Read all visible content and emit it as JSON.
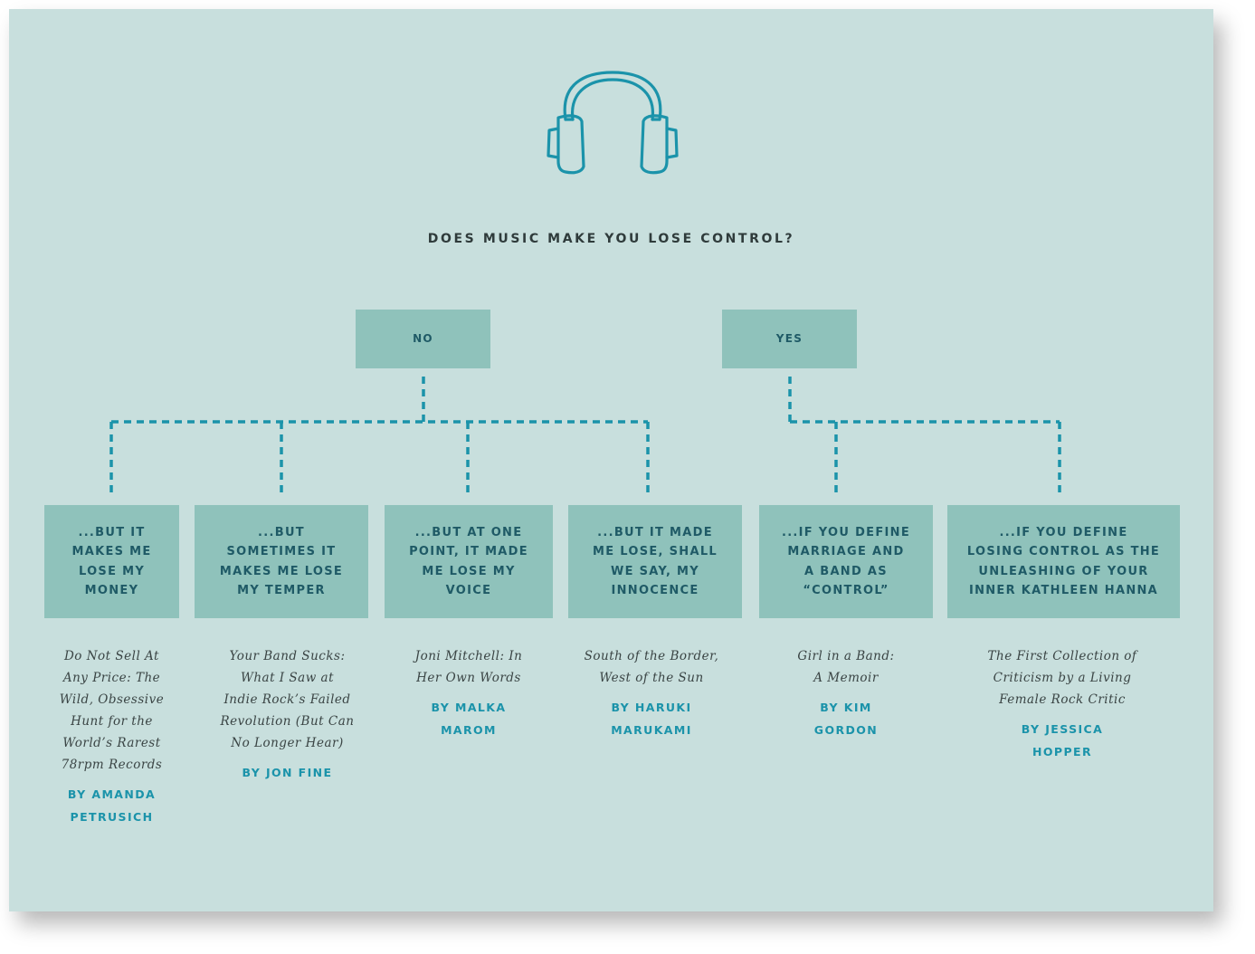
{
  "question": "DOES MUSIC MAKE YOU LOSE CONTROL?",
  "colors": {
    "background": "#c8dfdd",
    "box": "#8fc2bb",
    "box_text": "#1f5a66",
    "accent": "#1b93aa",
    "title_text": "#2f3b3b"
  },
  "icon": "headphones-icon",
  "answers": {
    "no": "NO",
    "yes": "YES"
  },
  "branches": [
    {
      "label_lines": [
        "...BUT IT",
        "MAKES ME",
        "LOSE MY",
        "MONEY"
      ],
      "book_lines": [
        "Do Not Sell At",
        "Any Price: The",
        "Wild, Obsessive",
        "Hunt for the",
        "World’s Rarest",
        "78rpm Records"
      ],
      "author_lines": [
        "BY AMANDA",
        "PETRUSICH"
      ]
    },
    {
      "label_lines": [
        "...BUT",
        "SOMETIMES IT",
        "MAKES ME LOSE",
        "MY TEMPER"
      ],
      "book_lines": [
        "Your Band Sucks:",
        "What I Saw at",
        "Indie Rock’s Failed",
        "Revolution (But Can",
        "No Longer Hear)"
      ],
      "author_lines": [
        "BY JON FINE"
      ]
    },
    {
      "label_lines": [
        "...BUT AT ONE",
        "POINT, IT MADE",
        "ME LOSE MY",
        "VOICE"
      ],
      "book_lines": [
        "Joni Mitchell: In",
        "Her Own Words"
      ],
      "author_lines": [
        "BY MALKA",
        "MAROM"
      ]
    },
    {
      "label_lines": [
        "...BUT IT MADE",
        "ME LOSE, SHALL",
        "WE SAY, MY",
        "INNOCENCE"
      ],
      "book_lines": [
        "South of the Border,",
        "West of the Sun"
      ],
      "author_lines": [
        "BY HARUKI",
        "MARUKAMI"
      ]
    },
    {
      "label_lines": [
        "...IF YOU DEFINE",
        "MARRIAGE AND",
        "A BAND AS",
        "“CONTROL”"
      ],
      "book_lines": [
        "Girl in a Band:",
        "A Memoir"
      ],
      "author_lines": [
        "BY KIM",
        "GORDON"
      ]
    },
    {
      "label_lines": [
        "...IF YOU DEFINE",
        "LOSING CONTROL AS THE",
        "UNLEASHING OF YOUR",
        "INNER KATHLEEN HANNA"
      ],
      "book_lines": [
        "The First Collection of",
        "Criticism by a Living",
        "Female Rock Critic"
      ],
      "author_lines": [
        "BY JESSICA",
        "HOPPER"
      ]
    }
  ]
}
